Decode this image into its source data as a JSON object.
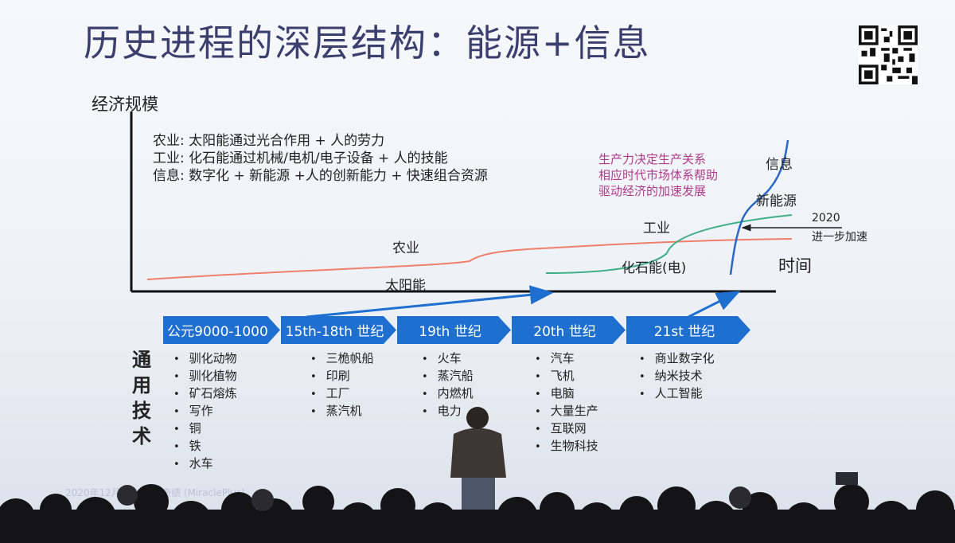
{
  "slide": {
    "title": "历史进程的深层结构：能源+信息",
    "y_axis_label": "经济规模",
    "x_axis_label": "时间",
    "definitions": [
      "农业: 太阳能通过光合作用 + 人的劳力",
      "工业: 化石能通过机械/电机/电子设备 + 人的技能",
      "信息: 数字化 + 新能源 +人的创新能力 + 快速组合资源"
    ],
    "note": [
      "生产力决定生产关系",
      "相应时代市场体系帮助",
      "驱动经济的加速发展"
    ],
    "curve_labels": {
      "agri": "农业",
      "solar": "太阳能",
      "industry": "工业",
      "fossil": "化石能(电)",
      "info": "信息",
      "new_energy": "新能源",
      "year": "2020",
      "accel": "进一步加速"
    },
    "tech_vertical_label": "通用技术",
    "eras": [
      {
        "label": "公元9000-1000",
        "items": [
          "驯化动物",
          "驯化植物",
          "矿石熔炼",
          "写作",
          "铜",
          "铁",
          "水车"
        ]
      },
      {
        "label": "15th-18th 世纪",
        "items": [
          "三桅帆船",
          "印刷",
          "工厂",
          "蒸汽机"
        ]
      },
      {
        "label": "19th 世纪",
        "items": [
          "火车",
          "蒸汽船",
          "内燃机",
          "电力"
        ]
      },
      {
        "label": "20th 世纪",
        "items": [
          "汽车",
          "飞机",
          "电脑",
          "大量生产",
          "互联网",
          "生物科技"
        ]
      },
      {
        "label": "21st 世纪",
        "items": [
          "商业数字化",
          "纳米技术",
          "人工智能"
        ]
      }
    ],
    "footer_faint": "2020年12月6日 …… 奇绩 (MiraclePlus)",
    "colors": {
      "title": "#3b3f6e",
      "arrow": "#1f6fd1",
      "agri_curve": "#f07f6c",
      "industry_curve": "#3fae86",
      "info_curve": "#2b67c9",
      "note": "#b03a8a"
    }
  }
}
